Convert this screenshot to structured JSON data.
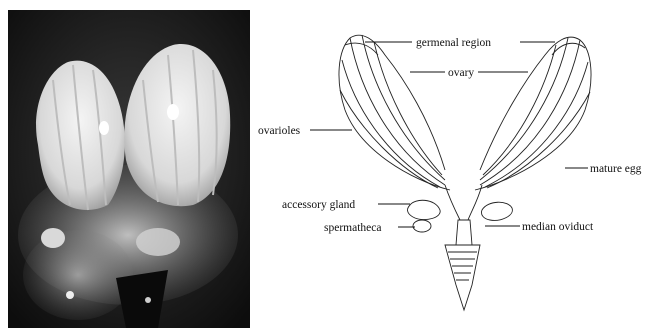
{
  "photo": {
    "description_icon": "dissected-ovary-photo"
  },
  "diagram": {
    "labels": {
      "germenal_region": "germenal region",
      "ovary": "ovary",
      "ovarioles": "ovarioles",
      "mature_egg": "mature egg",
      "accessory_gland": "accessory gland",
      "spermatheca": "spermatheca",
      "median_oviduct": "median oviduct"
    }
  },
  "colors": {
    "photo_background": "#1a1a1a",
    "tissue": "#e6e6e6",
    "ink": "#111111"
  }
}
